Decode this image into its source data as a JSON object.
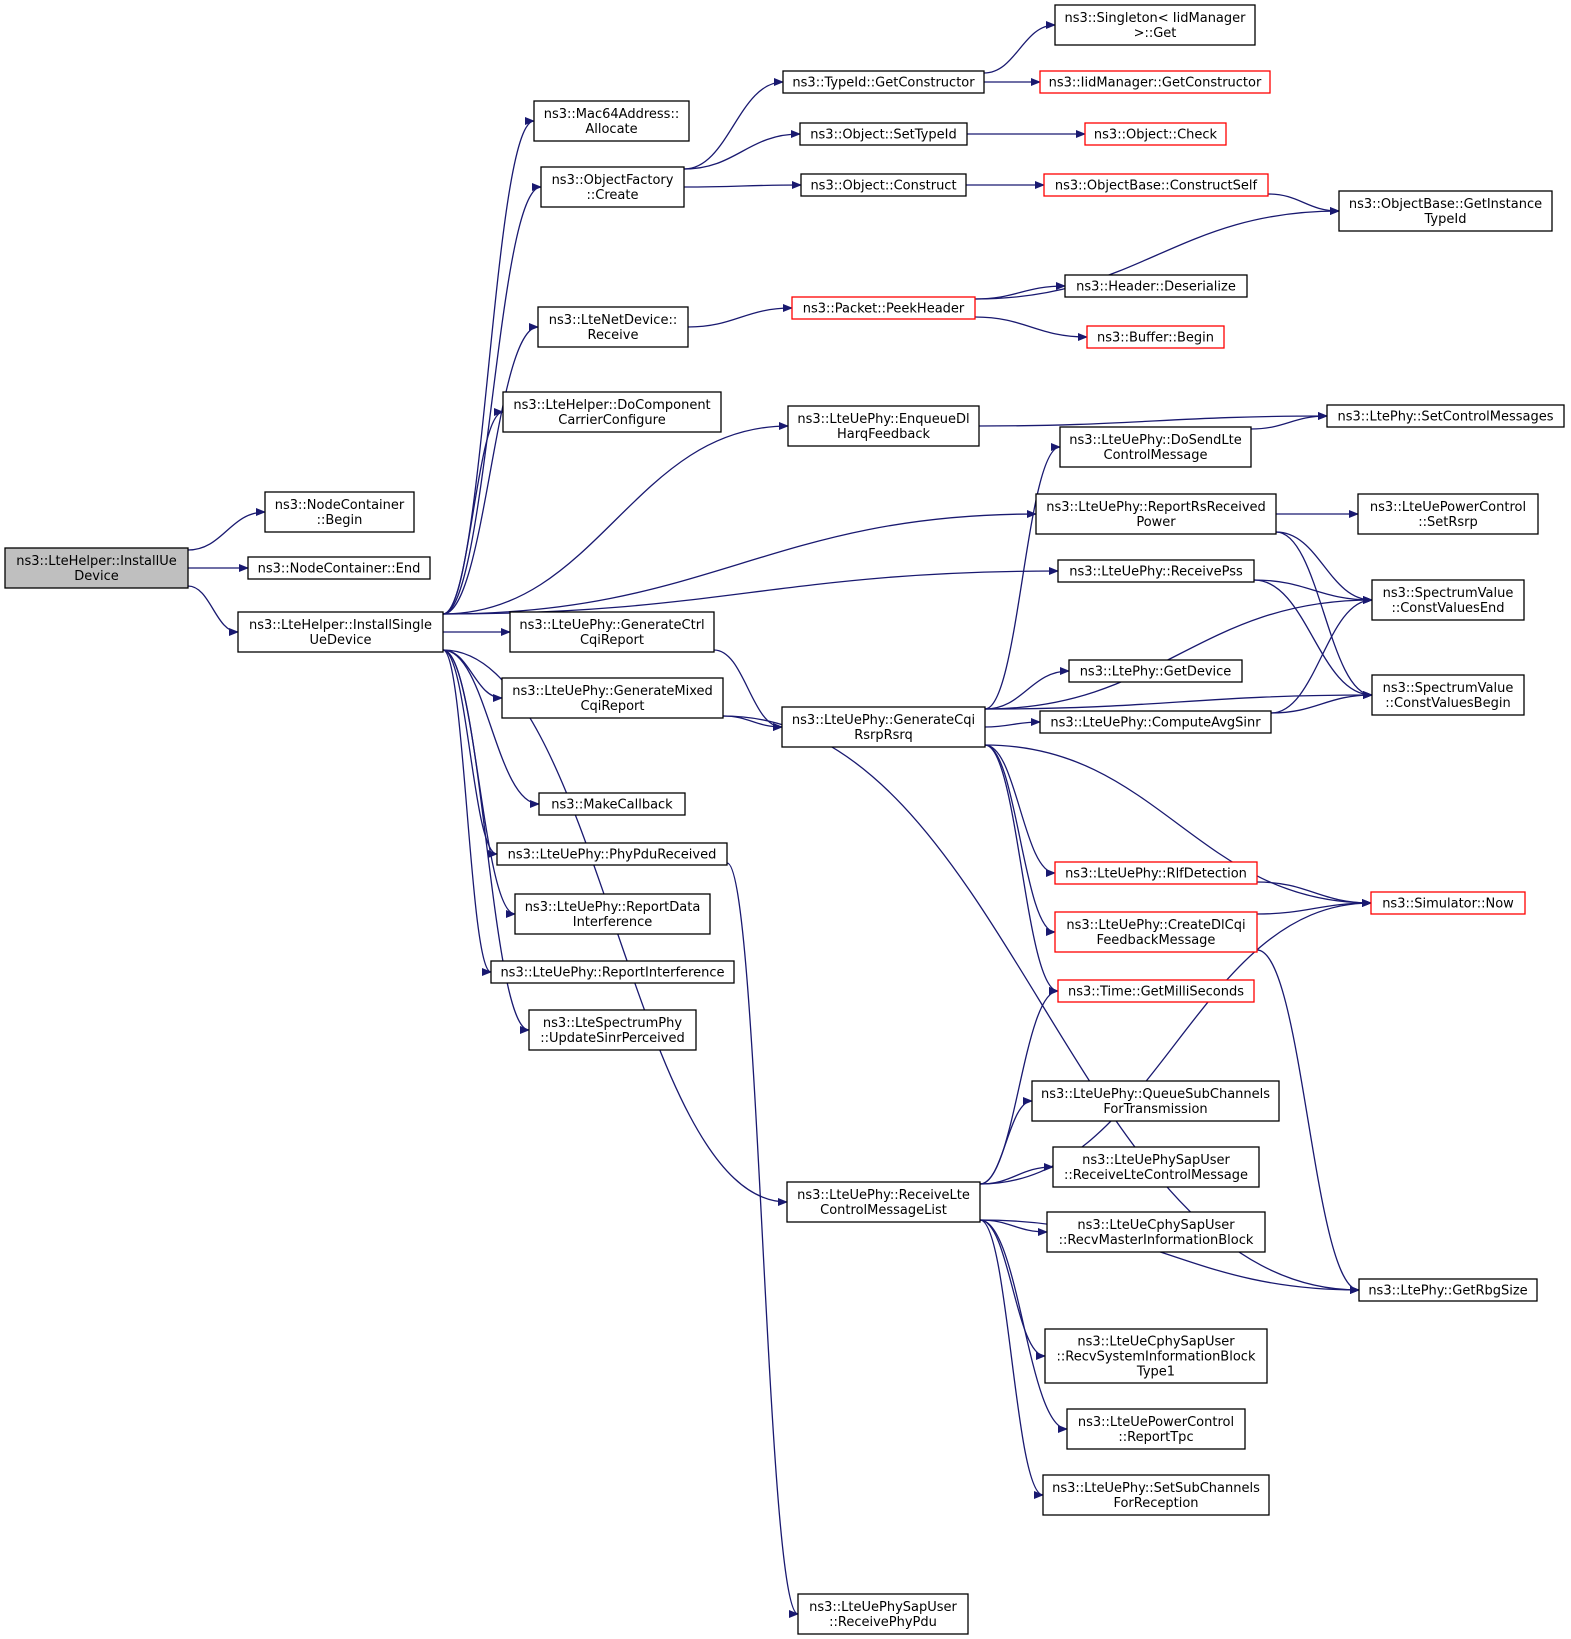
{
  "graph": {
    "nodes": [
      {
        "id": "install_ue_device",
        "lines": [
          "ns3::LteHelper::InstallUe",
          "Device"
        ],
        "style": "root"
      },
      {
        "id": "nc_begin",
        "lines": [
          "ns3::NodeContainer",
          "::Begin"
        ],
        "style": "normal"
      },
      {
        "id": "nc_end",
        "lines": [
          "ns3::NodeContainer::End"
        ],
        "style": "normal"
      },
      {
        "id": "install_single",
        "lines": [
          "ns3::LteHelper::InstallSingle",
          "UeDevice"
        ],
        "style": "normal"
      },
      {
        "id": "mac64",
        "lines": [
          "ns3::Mac64Address::",
          "Allocate"
        ],
        "style": "normal"
      },
      {
        "id": "objfactory_create",
        "lines": [
          "ns3::ObjectFactory",
          "::Create"
        ],
        "style": "normal"
      },
      {
        "id": "netdevice_receive",
        "lines": [
          "ns3::LteNetDevice::",
          "Receive"
        ],
        "style": "normal"
      },
      {
        "id": "docc_configure",
        "lines": [
          "ns3::LteHelper::DoComponent",
          "CarrierConfigure"
        ],
        "style": "normal"
      },
      {
        "id": "gen_ctrl_cqi",
        "lines": [
          "ns3::LteUePhy::GenerateCtrl",
          "CqiReport"
        ],
        "style": "normal"
      },
      {
        "id": "gen_mixed_cqi",
        "lines": [
          "ns3::LteUePhy::GenerateMixed",
          "CqiReport"
        ],
        "style": "normal"
      },
      {
        "id": "make_callback",
        "lines": [
          "ns3::MakeCallback"
        ],
        "style": "normal"
      },
      {
        "id": "phy_pdu_received",
        "lines": [
          "ns3::LteUePhy::PhyPduReceived"
        ],
        "style": "normal"
      },
      {
        "id": "report_data_interf",
        "lines": [
          "ns3::LteUePhy::ReportData",
          "Interference"
        ],
        "style": "normal"
      },
      {
        "id": "report_interf",
        "lines": [
          "ns3::LteUePhy::ReportInterference"
        ],
        "style": "normal"
      },
      {
        "id": "update_sinr",
        "lines": [
          "ns3::LteSpectrumPhy",
          "::UpdateSinrPerceived"
        ],
        "style": "normal"
      },
      {
        "id": "typeid_getconstructor",
        "lines": [
          "ns3::TypeId::GetConstructor"
        ],
        "style": "normal"
      },
      {
        "id": "object_settypeid",
        "lines": [
          "ns3::Object::SetTypeId"
        ],
        "style": "normal"
      },
      {
        "id": "object_construct",
        "lines": [
          "ns3::Object::Construct"
        ],
        "style": "normal"
      },
      {
        "id": "packet_peekheader",
        "lines": [
          "ns3::Packet::PeekHeader"
        ],
        "style": "red"
      },
      {
        "id": "enqueue_dl_harq",
        "lines": [
          "ns3::LteUePhy::EnqueueDl",
          "HarqFeedback"
        ],
        "style": "normal"
      },
      {
        "id": "gen_cqi_rsrp",
        "lines": [
          "ns3::LteUePhy::GenerateCqi",
          "RsrpRsrq"
        ],
        "style": "normal"
      },
      {
        "id": "recv_lte_ctrl_list",
        "lines": [
          "ns3::LteUePhy::ReceiveLte",
          "ControlMessageList"
        ],
        "style": "normal"
      },
      {
        "id": "sapuser_recv_phy_pdu",
        "lines": [
          "ns3::LteUePhySapUser",
          "::ReceivePhyPdu"
        ],
        "style": "normal"
      },
      {
        "id": "singleton_get",
        "lines": [
          "ns3::Singleton< IidManager",
          ">::Get"
        ],
        "style": "normal"
      },
      {
        "id": "iidmanager_getctor",
        "lines": [
          "ns3::IidManager::GetConstructor"
        ],
        "style": "red"
      },
      {
        "id": "object_check",
        "lines": [
          "ns3::Object::Check"
        ],
        "style": "red"
      },
      {
        "id": "objectbase_constructself",
        "lines": [
          "ns3::ObjectBase::ConstructSelf"
        ],
        "style": "red"
      },
      {
        "id": "header_deserialize",
        "lines": [
          "ns3::Header::Deserialize"
        ],
        "style": "normal"
      },
      {
        "id": "buffer_begin",
        "lines": [
          "ns3::Buffer::Begin"
        ],
        "style": "red"
      },
      {
        "id": "do_send_lte_ctrl",
        "lines": [
          "ns3::LteUePhy::DoSendLte",
          "ControlMessage"
        ],
        "style": "normal"
      },
      {
        "id": "report_rs_received",
        "lines": [
          "ns3::LteUePhy::ReportRsReceived",
          "Power"
        ],
        "style": "normal"
      },
      {
        "id": "receive_pss",
        "lines": [
          "ns3::LteUePhy::ReceivePss"
        ],
        "style": "normal"
      },
      {
        "id": "ltephy_getdevice",
        "lines": [
          "ns3::LtePhy::GetDevice"
        ],
        "style": "normal"
      },
      {
        "id": "compute_avg_sinr",
        "lines": [
          "ns3::LteUePhy::ComputeAvgSinr"
        ],
        "style": "normal"
      },
      {
        "id": "rlf_detection",
        "lines": [
          "ns3::LteUePhy::RlfDetection"
        ],
        "style": "red"
      },
      {
        "id": "create_dl_cqi",
        "lines": [
          "ns3::LteUePhy::CreateDlCqi",
          "FeedbackMessage"
        ],
        "style": "red"
      },
      {
        "id": "time_getms",
        "lines": [
          "ns3::Time::GetMilliSeconds"
        ],
        "style": "red"
      },
      {
        "id": "queue_subchannels",
        "lines": [
          "ns3::LteUePhy::QueueSubChannels",
          "ForTransmission"
        ],
        "style": "normal"
      },
      {
        "id": "sapuser_recv_lte_ctrl",
        "lines": [
          "ns3::LteUePhySapUser",
          "::ReceiveLteControlMessage"
        ],
        "style": "normal"
      },
      {
        "id": "cphy_recv_mib",
        "lines": [
          "ns3::LteUeCphySapUser",
          "::RecvMasterInformationBlock"
        ],
        "style": "normal"
      },
      {
        "id": "cphy_recv_sib1",
        "lines": [
          "ns3::LteUeCphySapUser",
          "::RecvSystemInformationBlock",
          "Type1"
        ],
        "style": "normal"
      },
      {
        "id": "powerctrl_report_tpc",
        "lines": [
          "ns3::LteUePowerControl",
          "::ReportTpc"
        ],
        "style": "normal"
      },
      {
        "id": "set_subchannels_rx",
        "lines": [
          "ns3::LteUePhy::SetSubChannels",
          "ForReception"
        ],
        "style": "normal"
      },
      {
        "id": "objectbase_getinstance",
        "lines": [
          "ns3::ObjectBase::GetInstance",
          "TypeId"
        ],
        "style": "normal"
      },
      {
        "id": "ltephy_setctrlmsgs",
        "lines": [
          "ns3::LtePhy::SetControlMessages"
        ],
        "style": "normal"
      },
      {
        "id": "powerctrl_setrsrp",
        "lines": [
          "ns3::LteUePowerControl",
          "::SetRsrp"
        ],
        "style": "normal"
      },
      {
        "id": "spectrum_values_end",
        "lines": [
          "ns3::SpectrumValue",
          "::ConstValuesEnd"
        ],
        "style": "normal"
      },
      {
        "id": "spectrum_values_begin",
        "lines": [
          "ns3::SpectrumValue",
          "::ConstValuesBegin"
        ],
        "style": "normal"
      },
      {
        "id": "simulator_now",
        "lines": [
          "ns3::Simulator::Now"
        ],
        "style": "red"
      },
      {
        "id": "ltephy_getrbgsize",
        "lines": [
          "ns3::LtePhy::GetRbgSize"
        ],
        "style": "normal"
      }
    ],
    "edges": [
      [
        "install_ue_device",
        "nc_begin"
      ],
      [
        "install_ue_device",
        "nc_end"
      ],
      [
        "install_ue_device",
        "install_single"
      ],
      [
        "install_single",
        "mac64"
      ],
      [
        "install_single",
        "objfactory_create"
      ],
      [
        "install_single",
        "netdevice_receive"
      ],
      [
        "install_single",
        "docc_configure"
      ],
      [
        "install_single",
        "enqueue_dl_harq"
      ],
      [
        "install_single",
        "report_rs_received"
      ],
      [
        "install_single",
        "receive_pss"
      ],
      [
        "install_single",
        "gen_ctrl_cqi"
      ],
      [
        "install_single",
        "gen_mixed_cqi"
      ],
      [
        "install_single",
        "recv_lte_ctrl_list"
      ],
      [
        "install_single",
        "make_callback"
      ],
      [
        "install_single",
        "phy_pdu_received"
      ],
      [
        "install_single",
        "report_data_interf"
      ],
      [
        "install_single",
        "report_interf"
      ],
      [
        "install_single",
        "update_sinr"
      ],
      [
        "objfactory_create",
        "typeid_getconstructor"
      ],
      [
        "objfactory_create",
        "object_settypeid"
      ],
      [
        "objfactory_create",
        "object_construct"
      ],
      [
        "typeid_getconstructor",
        "singleton_get"
      ],
      [
        "typeid_getconstructor",
        "iidmanager_getctor"
      ],
      [
        "object_settypeid",
        "object_check"
      ],
      [
        "object_construct",
        "objectbase_constructself"
      ],
      [
        "objectbase_constructself",
        "objectbase_getinstance"
      ],
      [
        "netdevice_receive",
        "packet_peekheader"
      ],
      [
        "packet_peekheader",
        "objectbase_getinstance"
      ],
      [
        "packet_peekheader",
        "header_deserialize"
      ],
      [
        "packet_peekheader",
        "buffer_begin"
      ],
      [
        "enqueue_dl_harq",
        "ltephy_setctrlmsgs"
      ],
      [
        "do_send_lte_ctrl",
        "ltephy_setctrlmsgs"
      ],
      [
        "report_rs_received",
        "powerctrl_setrsrp"
      ],
      [
        "report_rs_received",
        "spectrum_values_end"
      ],
      [
        "report_rs_received",
        "spectrum_values_begin"
      ],
      [
        "receive_pss",
        "spectrum_values_end"
      ],
      [
        "receive_pss",
        "spectrum_values_begin"
      ],
      [
        "gen_ctrl_cqi",
        "gen_cqi_rsrp"
      ],
      [
        "gen_mixed_cqi",
        "gen_cqi_rsrp"
      ],
      [
        "gen_mixed_cqi",
        "ltephy_getrbgsize"
      ],
      [
        "gen_cqi_rsrp",
        "do_send_lte_ctrl"
      ],
      [
        "gen_cqi_rsrp",
        "spectrum_values_end"
      ],
      [
        "gen_cqi_rsrp",
        "ltephy_getdevice"
      ],
      [
        "gen_cqi_rsrp",
        "compute_avg_sinr"
      ],
      [
        "gen_cqi_rsrp",
        "spectrum_values_begin"
      ],
      [
        "gen_cqi_rsrp",
        "simulator_now"
      ],
      [
        "gen_cqi_rsrp",
        "rlf_detection"
      ],
      [
        "gen_cqi_rsrp",
        "create_dl_cqi"
      ],
      [
        "gen_cqi_rsrp",
        "time_getms"
      ],
      [
        "compute_avg_sinr",
        "spectrum_values_end"
      ],
      [
        "compute_avg_sinr",
        "spectrum_values_begin"
      ],
      [
        "rlf_detection",
        "simulator_now"
      ],
      [
        "create_dl_cqi",
        "simulator_now"
      ],
      [
        "create_dl_cqi",
        "ltephy_getrbgsize"
      ],
      [
        "phy_pdu_received",
        "sapuser_recv_phy_pdu"
      ],
      [
        "recv_lte_ctrl_list",
        "time_getms"
      ],
      [
        "recv_lte_ctrl_list",
        "simulator_now"
      ],
      [
        "recv_lte_ctrl_list",
        "queue_subchannels"
      ],
      [
        "recv_lte_ctrl_list",
        "sapuser_recv_lte_ctrl"
      ],
      [
        "recv_lte_ctrl_list",
        "cphy_recv_mib"
      ],
      [
        "recv_lte_ctrl_list",
        "ltephy_getrbgsize"
      ],
      [
        "recv_lte_ctrl_list",
        "cphy_recv_sib1"
      ],
      [
        "recv_lte_ctrl_list",
        "powerctrl_report_tpc"
      ],
      [
        "recv_lte_ctrl_list",
        "set_subchannels_rx"
      ]
    ]
  },
  "colors": {
    "edge": "#191970",
    "node_border": "#000000",
    "node_border_red": "#ff0000",
    "root_fill": "#bfbfbf"
  }
}
